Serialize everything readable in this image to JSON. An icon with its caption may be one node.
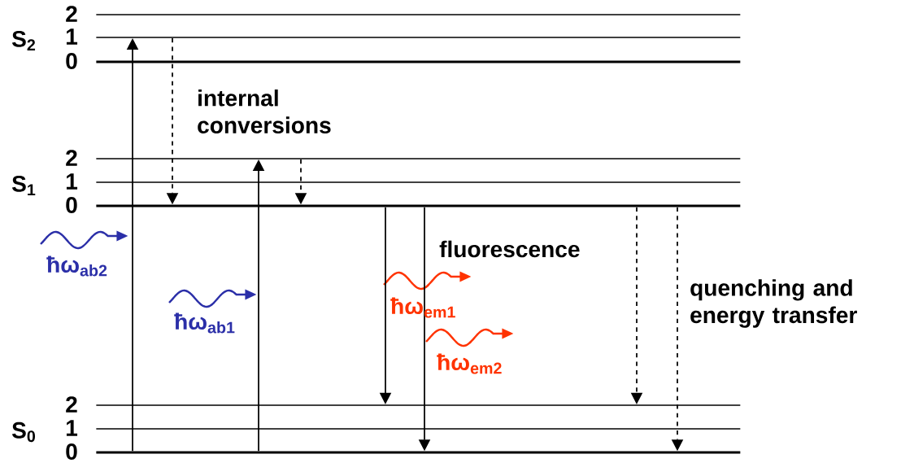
{
  "diagram": {
    "nodes": [
      {
        "text": [],
        "shape": "line",
        "beside": [
          "2"
        ]
      },
      {
        "text": [],
        "shape": "line",
        "beside": [
          "1"
        ]
      },
      {
        "text": [],
        "shape": "line",
        "beside": [
          "0"
        ]
      },
      {
        "text": [],
        "shape": "line",
        "beside": [
          "2"
        ]
      },
      {
        "text": [],
        "shape": "line",
        "beside": [
          "1"
        ]
      },
      {
        "text": [],
        "shape": "line",
        "beside": [
          "0"
        ]
      },
      {
        "text": [],
        "shape": "line",
        "beside": [
          "2"
        ]
      },
      {
        "text": [],
        "shape": "line",
        "beside": [
          "1"
        ]
      },
      {
        "text": [],
        "shape": "line",
        "beside": [
          "0"
        ]
      }
    ],
    "edges": [
      {
        "from": 8,
        "to": 1,
        "arrow": "to"
      },
      {
        "from": 1,
        "to": 5,
        "arrow": "to",
        "style": "dashed"
      },
      {
        "from": 8,
        "to": 3,
        "arrow": "to"
      },
      {
        "from": 3,
        "to": 5,
        "arrow": "to",
        "style": "dashed"
      },
      {
        "from": 5,
        "to": 6,
        "arrow": "to"
      },
      {
        "from": 5,
        "to": 8,
        "arrow": "to"
      },
      {
        "from": 5,
        "to": 6,
        "arrow": "to",
        "style": "dashed"
      },
      {
        "from": 5,
        "to": 8,
        "arrow": "to",
        "style": "dashed"
      }
    ],
    "labels": [
      "S$_{2}$",
      "S$_{1}$",
      "S$_{0}$",
      "internal conversions",
      "fluorescence",
      "quenching and energy transfer",
      "ħω$_{ab2}$",
      "ħω$_{ab1}$",
      "ħω$_{em1}$",
      "ħω$_{em2}$"
    ]
  }
}
